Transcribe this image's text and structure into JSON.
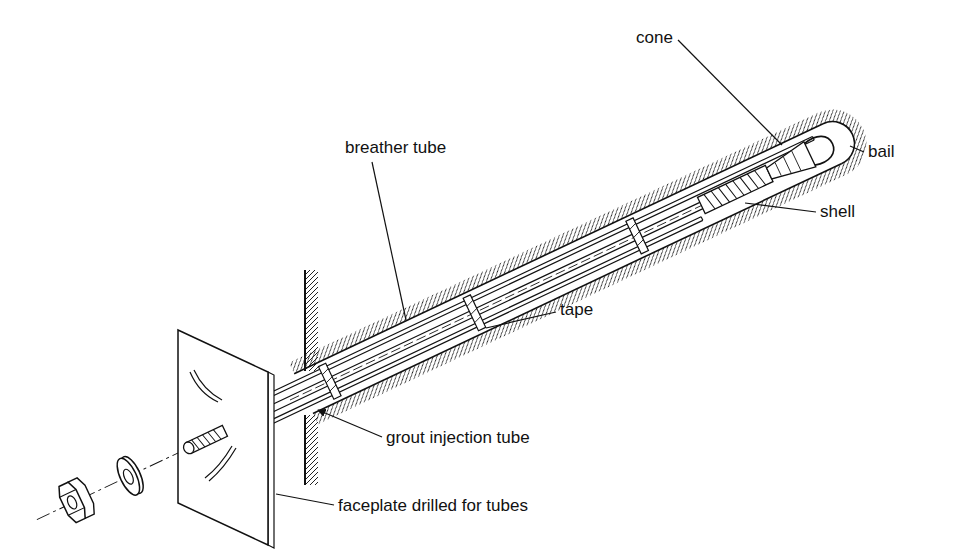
{
  "diagram": {
    "labels": [
      "cone",
      "bail",
      "breather tube",
      "shell",
      "tape",
      "grout injection tube",
      "faceplate drilled for tubes"
    ]
  }
}
